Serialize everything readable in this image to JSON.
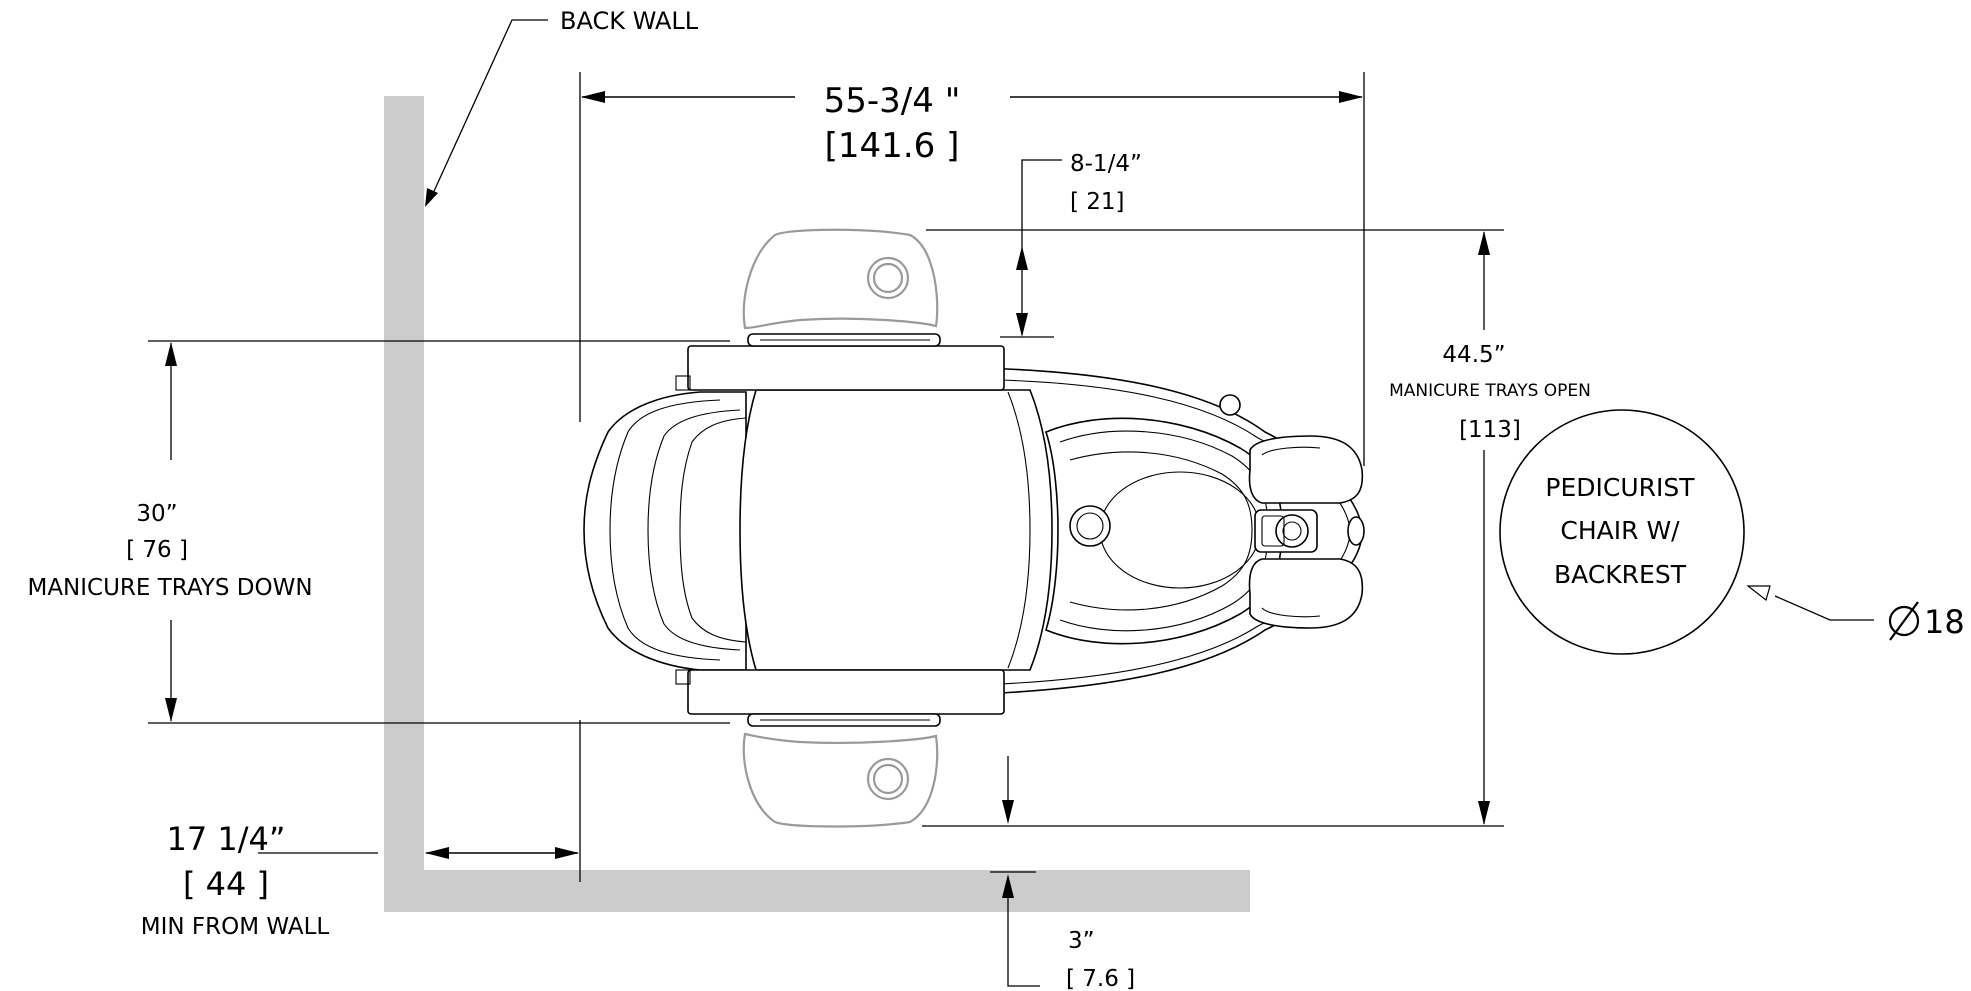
{
  "colors": {
    "wall": "#cccccc",
    "line": "#000000",
    "tray_outline": "#9a9a9a",
    "background": "#ffffff"
  },
  "labels": {
    "back_wall": "BACK WALL",
    "overall_length_in": "55-3/4 \"",
    "overall_length_cm": "[141.6 ]",
    "tray_offset_in": "8-1/4”",
    "tray_offset_cm": "[ 21]",
    "width_open_in": "44.5”",
    "width_open_note": "MANICURE TRAYS OPEN",
    "width_open_cm": "[113]",
    "width_down_in": "30”",
    "width_down_cm": "[ 76 ]",
    "width_down_note": "MANICURE TRAYS DOWN",
    "wall_clearance_in": "17 1/4”",
    "wall_clearance_cm": "[ 44 ]",
    "wall_clearance_note": "MIN FROM WALL",
    "floor_gap_in": "3”",
    "floor_gap_cm": "[ 7.6 ]",
    "pedicurist_line1": "PEDICURIST",
    "pedicurist_line2": "CHAIR W/",
    "pedicurist_line3": "BACKREST",
    "diameter_value": "18"
  }
}
